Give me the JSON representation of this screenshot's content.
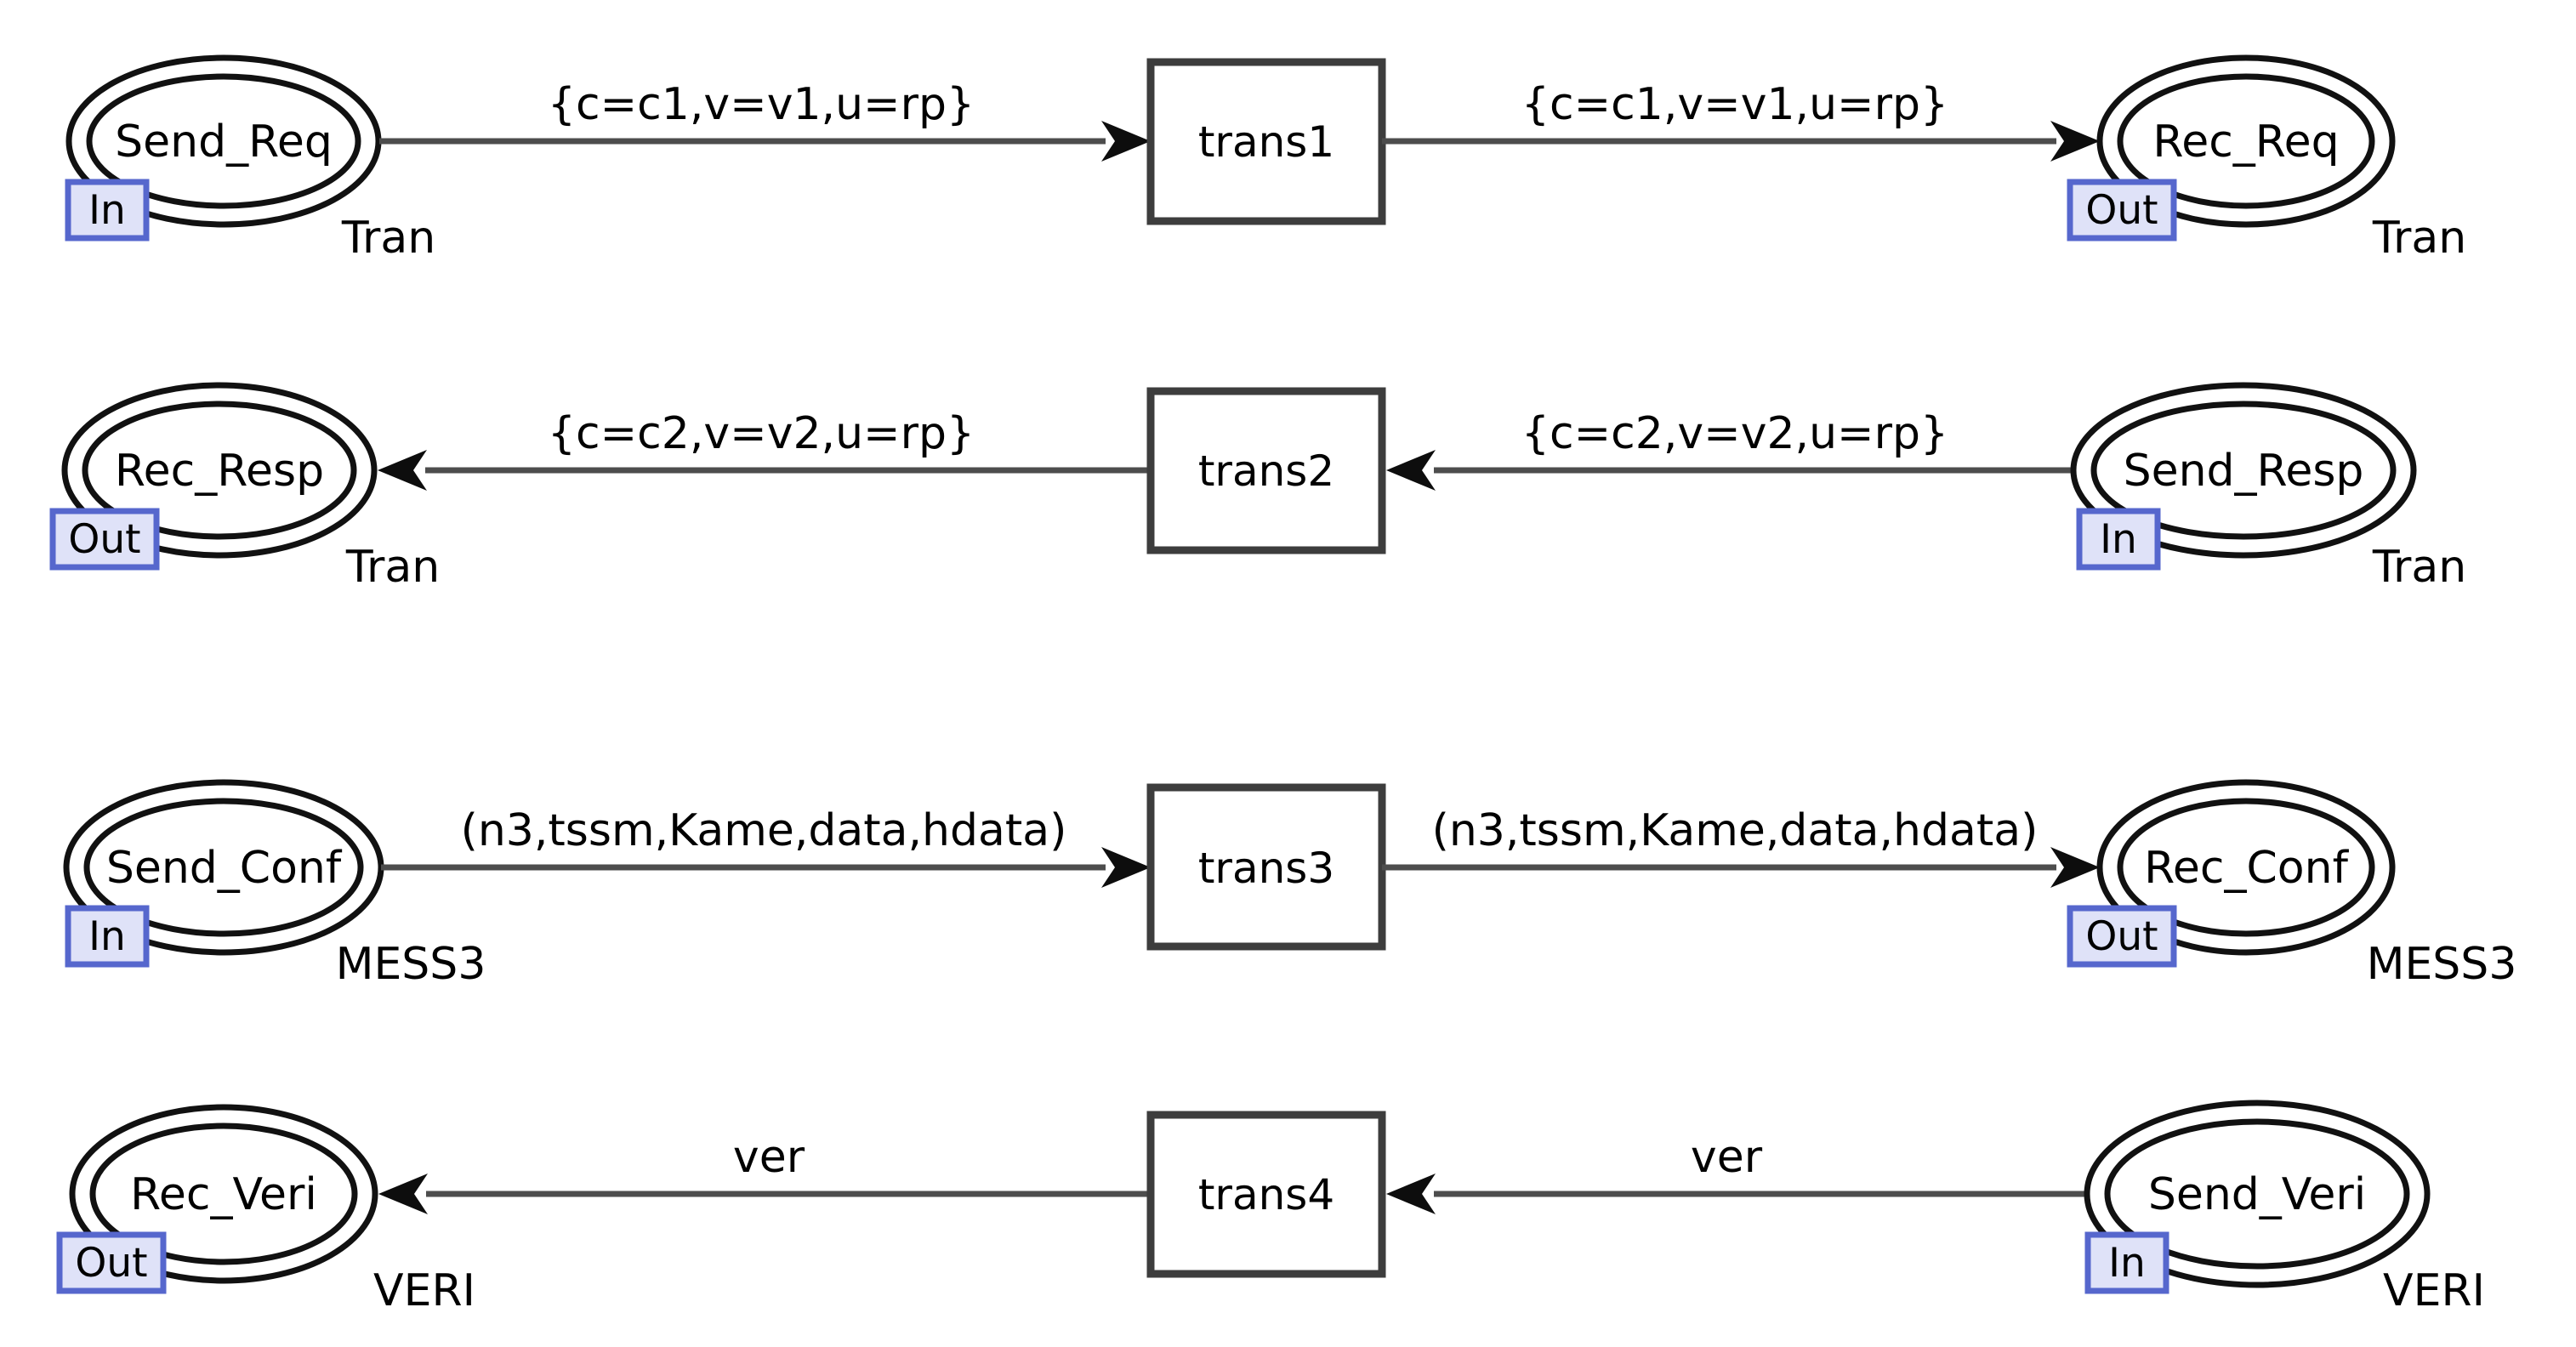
{
  "colors": {
    "background": "#ffffff",
    "badge_border": "#5667cd",
    "badge_fill": "#dfe2f8",
    "badge_text": "#4a5fd0",
    "arc_line": "#4d4d4d",
    "shape_outline": "#111111",
    "transition_outline": "#3d3d3d",
    "text": "#000000"
  },
  "rows": [
    {
      "direction": "left-to-right",
      "left_place": {
        "name": "Send_Req",
        "badge": "In",
        "type": "Tran"
      },
      "left_arc_label": "{c=c1,v=v1,u=rp}",
      "transition": "trans1",
      "right_arc_label": "{c=c1,v=v1,u=rp}",
      "right_place": {
        "name": "Rec_Req",
        "badge": "Out",
        "type": "Tran"
      }
    },
    {
      "direction": "right-to-left",
      "left_place": {
        "name": "Rec_Resp",
        "badge": "Out",
        "type": "Tran"
      },
      "left_arc_label": "{c=c2,v=v2,u=rp}",
      "transition": "trans2",
      "right_arc_label": "{c=c2,v=v2,u=rp}",
      "right_place": {
        "name": "Send_Resp",
        "badge": "In",
        "type": "Tran"
      }
    },
    {
      "direction": "left-to-right",
      "left_place": {
        "name": "Send_Conf",
        "badge": "In",
        "type": "MESS3"
      },
      "left_arc_label": "(n3,tssm,Kame,data,hdata)",
      "transition": "trans3",
      "right_arc_label": "(n3,tssm,Kame,data,hdata)",
      "right_place": {
        "name": "Rec_Conf",
        "badge": "Out",
        "type": "MESS3"
      }
    },
    {
      "direction": "right-to-left",
      "left_place": {
        "name": "Rec_Veri",
        "badge": "Out",
        "type": "VERI"
      },
      "left_arc_label": "ver",
      "transition": "trans4",
      "right_arc_label": "ver",
      "right_place": {
        "name": "Send_Veri",
        "badge": "In",
        "type": "VERI"
      }
    }
  ]
}
